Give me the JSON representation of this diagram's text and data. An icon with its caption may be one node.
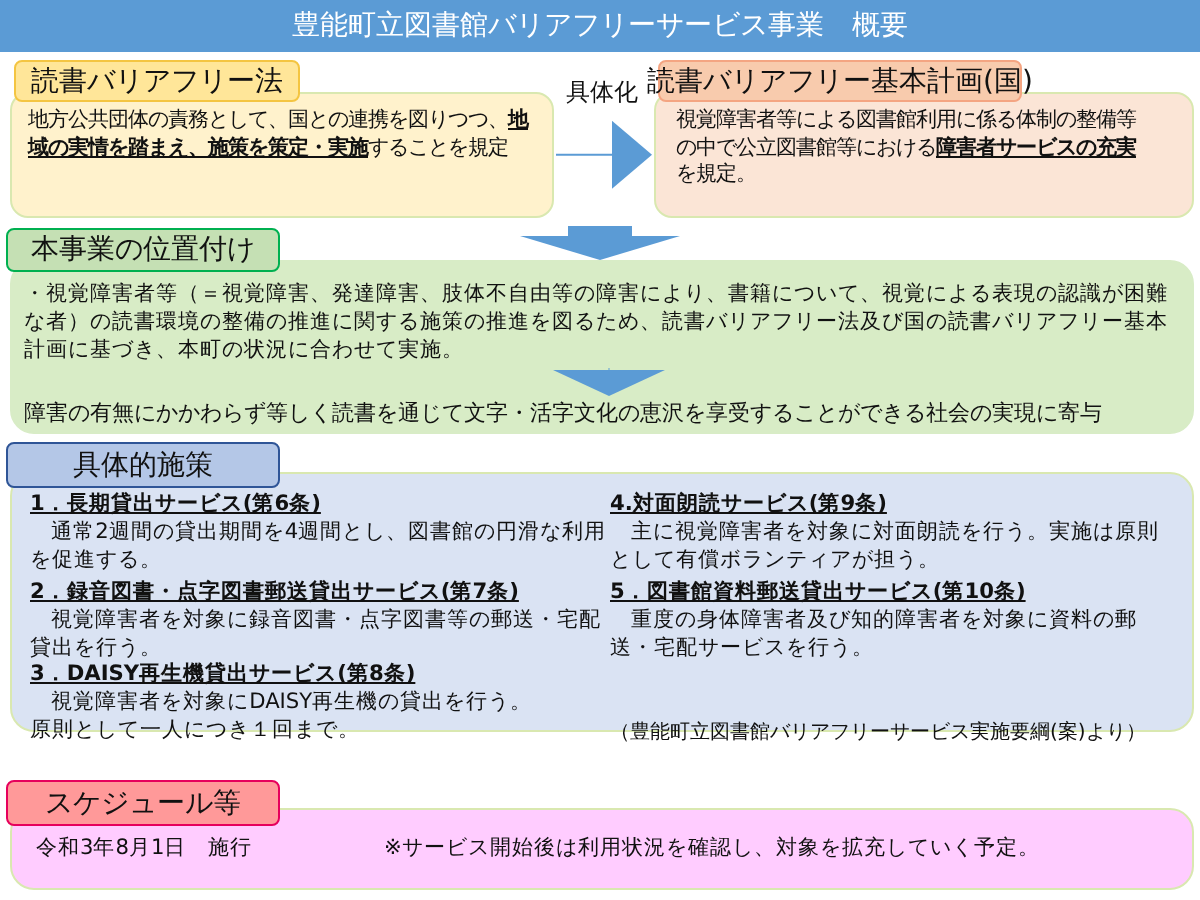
{
  "diagram": {
    "title": "豊能町立図書館バリアフリーサービス事業　概要",
    "nodes": [
      {
        "text": [
          "読書バリアフリー法",
          "地方公共団体の責務として、国との連携を図りつつ、**地域の実情を踏まえ、施策を策定・実施**することを規定"
        ]
      },
      {
        "text": [
          "読書バリアフリー基本計画(国)",
          "視覚障害者等による図書館利用に係る体制の整備等の中で公立図書館等における**障害者サービスの充実**を規定。"
        ]
      },
      {
        "text": [
          "本事業の位置付け"
        ]
      },
      {
        "text": [
          "・視覚障害者等（＝視覚障害、発達障害、肢体不自由等の障害により、書籍について、視覚による表現の認識が困難な者）の読書環境の整備の推進に関する施策の推進を図るため、読書バリアフリー法及び国の読書バリアフリー基本計画に基づき、本町の状況に合わせて実施。"
        ],
        "in": 2
      },
      {
        "text": [
          "障害の有無にかかわらず等しく読書を通じて文字・活字文化の恵沢を享受することができる社会の実現に寄与"
        ],
        "in": 2
      },
      {
        "text": [
          "具体的施策",
          "1．長期貸出サービス(第6条)",
          "通常2週間の貸出期間を4週間とし、図書館の円滑な利用を促進する。",
          "2．録音図書・点字図書郵送貸出サービス(第7条)",
          "視覚障害者を対象に録音図書・点字図書等の郵送・宅配貸出を行う。",
          "3．DAISY再生機貸出サービス(第8条)",
          "視覚障害者を対象にDAISY再生機の貸出を行う。",
          "原則として一人につき１回まで。",
          "4.対面朗読サービス(第9条)",
          "主に視覚障害者を対象に対面朗読を行う。実施は原則として有償ボランティアが担う。",
          "5．図書館資料郵送貸出サービス(第10条)",
          "重度の身体障害者及び知的障害者を対象に資料の郵送・宅配サービスを行う。",
          "（豊能町立図書館バリアフリーサービス実施要綱(案)より）"
        ]
      },
      {
        "text": [
          "スケジュール等",
          "令和3年8月1日　施行",
          "※サービス開始後は利用状況を確認し、対象を拡充していく予定。"
        ]
      }
    ],
    "edges": [
      {
        "from": 0,
        "to": 1,
        "arrow": "to",
        "label": "具体化"
      },
      {
        "from": null,
        "to": 2,
        "arrow": "to",
        "style": "thick"
      },
      {
        "from": 3,
        "to": 4,
        "arrow": "to"
      }
    ]
  }
}
